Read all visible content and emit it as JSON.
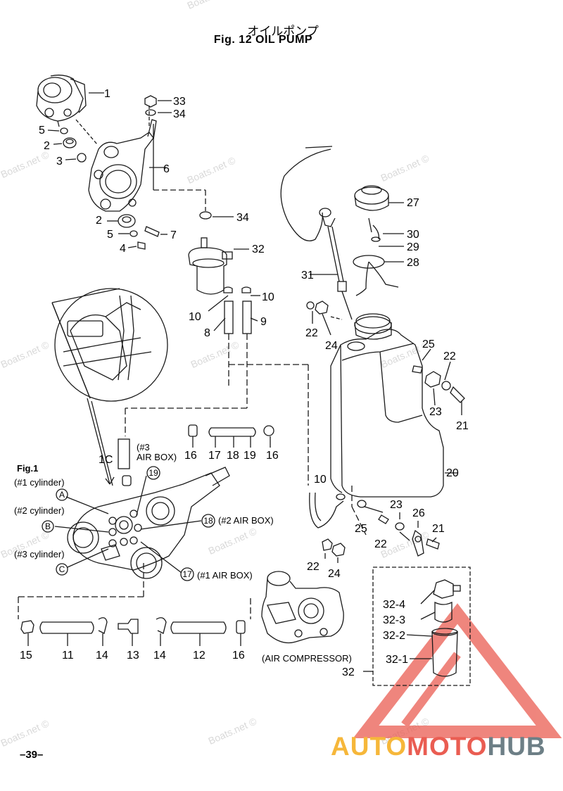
{
  "header": {
    "title_jp": "オイルポンプ",
    "title_en": "Fig. 12   OIL PUMP"
  },
  "page_number": "–39–",
  "watermarks": [
    "Boats.net ©",
    "Boats.net ©",
    "Boats.net ©",
    "Boats.net ©",
    "Boats.net ©",
    "Boats.net ©",
    "Boats.net ©",
    "Boats.net ©",
    "Boats.net ©",
    "Boats.net ©",
    "Boats.net ©",
    "Boats.net ©",
    "Boats.net ©"
  ],
  "brand": {
    "part1": "AUTO",
    "part2": "MOTO",
    "part3": "HUB"
  },
  "callouts": {
    "c1": "1",
    "c2a": "2",
    "c2b": "2",
    "c3": "3",
    "c4": "4",
    "c5a": "5",
    "c5b": "5",
    "c6": "6",
    "c7": "7",
    "c33": "33",
    "c34a": "34",
    "c34b": "34",
    "c32": "32",
    "c10a": "10",
    "c10b": "10",
    "c8": "8",
    "c9": "9",
    "c27": "27",
    "c30": "30",
    "c29": "29",
    "c28": "28",
    "c31": "31",
    "c22a": "22",
    "c24a": "24",
    "c25a": "25",
    "c22b": "22",
    "c23a": "23",
    "c21a": "21",
    "c20": "20",
    "c16a": "16",
    "c17a": "17",
    "c18a": "18",
    "c19a": "19",
    "c16b": "16",
    "c10c": "10",
    "c23b": "23",
    "c26": "26",
    "c25b": "25",
    "c21b": "21",
    "c22c": "22",
    "c22d": "22",
    "c24b": "24",
    "c10d": "1C",
    "c15": "15",
    "c11": "11",
    "c14a": "14",
    "c13": "13",
    "c14b": "14",
    "c12": "12",
    "c16c": "16",
    "c32_4": "32-4",
    "c32_3": "32-3",
    "c32_2": "32-2",
    "c32_1": "32-1",
    "c32b": "32"
  },
  "fig1": {
    "label": "Fig.1",
    "cyl1": "(#1 cylinder)",
    "cyl2": "(#2 cylinder)",
    "cyl3": "(#3 cylinder)",
    "air3": "(#3",
    "air3b": "AIR BOX)",
    "air2": "(#2 AIR BOX)",
    "air1": "(#1 AIR BOX)",
    "ports": {
      "a": "A",
      "b": "B",
      "c": "C",
      "p19": "19",
      "p18": "18",
      "p17": "17"
    }
  },
  "air_compressor": "(AIR COMPRESSOR)",
  "colors": {
    "line": "#1a1a1a",
    "watermark": "#d9d9d9",
    "brand_yellow": "#f6b73a",
    "brand_red": "#ea5d52",
    "brand_gray": "#6d7f86"
  }
}
